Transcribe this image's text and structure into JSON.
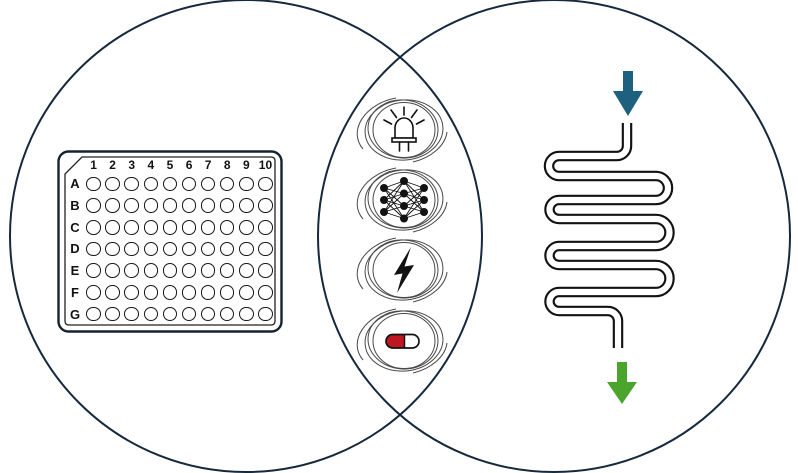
{
  "colors": {
    "venn_outline": "#16293C",
    "diagram_ink": "#121212",
    "sketch_stroke": "#4A4A4A",
    "inlet_arrow": "#1E617E",
    "outlet_arrow": "#4BA52D",
    "capsule_red": "#BE1622",
    "background": "#FFFFFF"
  },
  "well_plate": {
    "column_labels": [
      "1",
      "2",
      "3",
      "4",
      "5",
      "6",
      "7",
      "8",
      "9",
      "10"
    ],
    "row_labels": [
      "A",
      "B",
      "C",
      "D",
      "E",
      "F",
      "G"
    ]
  },
  "overlap_icons": [
    {
      "name": "led-light-icon"
    },
    {
      "name": "neural-network-icon"
    },
    {
      "name": "lightning-bolt-icon"
    },
    {
      "name": "pill-capsule-icon"
    }
  ],
  "flow_channel": {
    "inlet_arrow_direction": "down",
    "outlet_arrow_direction": "down"
  }
}
